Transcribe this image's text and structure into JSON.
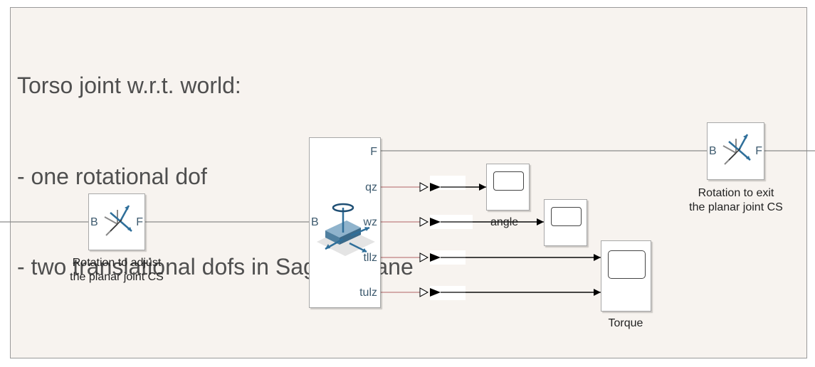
{
  "annotation": {
    "line1": "Torso joint w.r.t. world:",
    "line2": "- one rotational dof",
    "line3": "- two translational dofs in Sagittal plane"
  },
  "rigid_transform_in": {
    "port_b": "B",
    "port_f": "F",
    "caption_line1": "Rotation to adjust",
    "caption_line2": "the planar joint CS"
  },
  "rigid_transform_out": {
    "port_b": "B",
    "port_f": "F",
    "caption_line1": "Rotation to exit",
    "caption_line2": "the planar joint CS"
  },
  "joint_block": {
    "port_b": "B",
    "port_f": "F",
    "outputs": [
      "qz",
      "wz",
      "tllz",
      "tulz"
    ]
  },
  "signal_labels": {
    "angle": "angle"
  },
  "scopes": {
    "torque_caption": "Torque"
  },
  "colors": {
    "background": "#f7f3ef",
    "annotation_text": "#4f4f4f",
    "port_text": "#3d5a6e",
    "physical_line": "#8a8a8a",
    "signal_stub": "#c08080",
    "icon_blue": "#2f6f9a"
  }
}
